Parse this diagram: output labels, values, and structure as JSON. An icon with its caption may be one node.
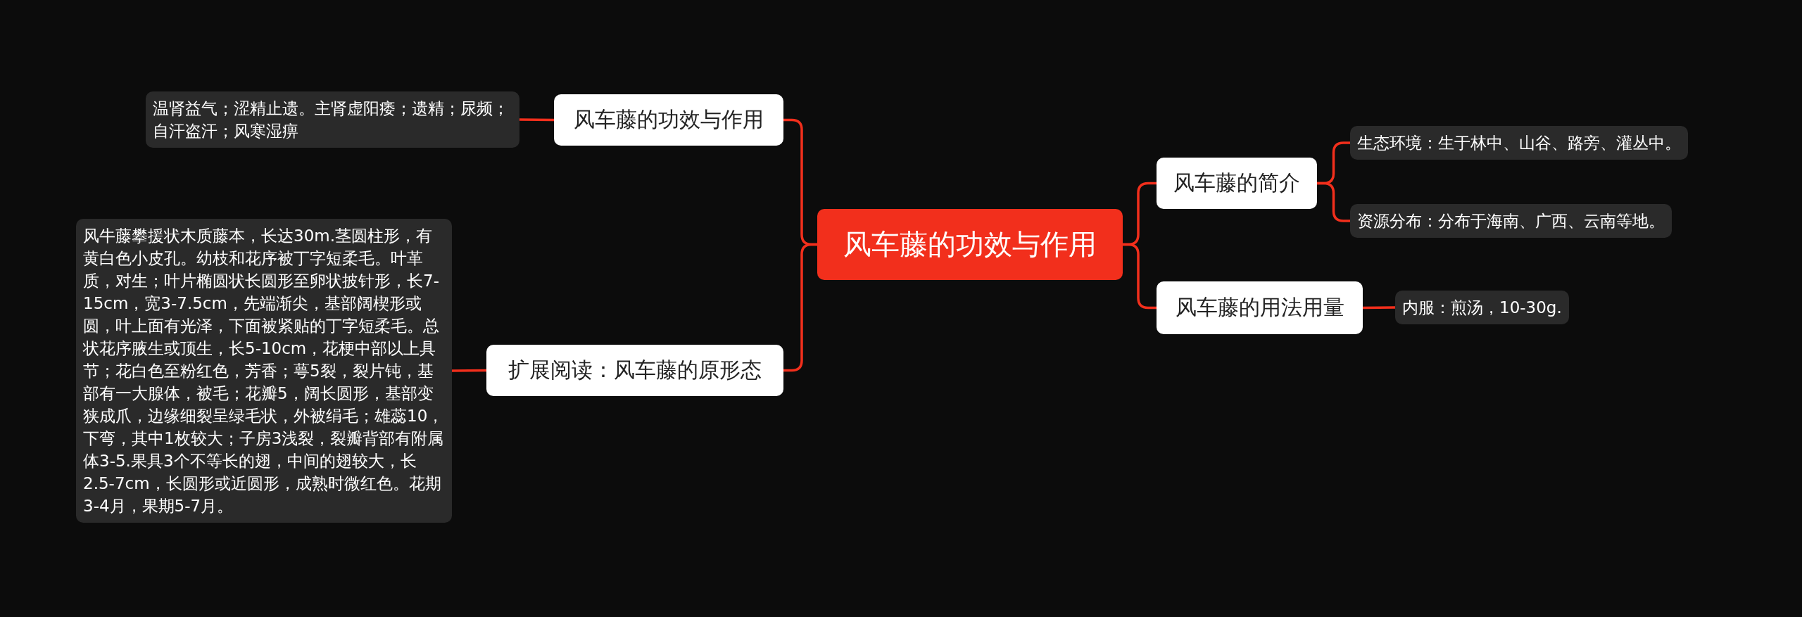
{
  "diagram": {
    "nodes": [
      {
        "text": [
          "风车藤的功效与作用"
        ]
      },
      {
        "text": [
          "风车藤的功效与作用"
        ]
      },
      {
        "text": [
          "温肾益气；涩精止遗。主肾虚阳痿；遗精；尿频；自汗盗汗；风寒湿痹"
        ]
      },
      {
        "text": [
          "扩展阅读：风车藤的原形态"
        ]
      },
      {
        "text": [
          "风牛藤攀援状木质藤本，长达30m.茎圆柱形，有黄白色小皮孔。幼枝和花序被丁字短柔毛。叶革质，对生；叶片椭圆状长圆形至卵状披针形，长7-15cm，宽3-7.5cm，先端渐尖，基部阔楔形或圆，叶上面有光泽，下面被紧贴的丁字短柔毛。总状花序腋生或顶生，长5-10cm，花梗中部以上具节；花白色至粉红色，芳香；萼5裂，裂片钝，基部有一大腺体，被毛；花瓣5，阔长圆形，基部变狭成爪，边缘细裂呈绿毛状，外被绢毛；雄蕊10，下弯，其中1枚较大；子房3浅裂，裂瓣背部有附属体3-5.果具3个不等长的翅，中间的翅较大，长2.5-7cm，长圆形或近圆形，成熟时微红色。花期3-4月，果期5-7月。"
        ]
      },
      {
        "text": [
          "风车藤的简介"
        ]
      },
      {
        "text": [
          "生态环境：生于林中、山谷、路旁、灌丛中。"
        ]
      },
      {
        "text": [
          "资源分布：分布于海南、广西、云南等地。"
        ]
      },
      {
        "text": [
          "风车藤的用法用量"
        ]
      },
      {
        "text": [
          "内服：煎汤，10-30g."
        ]
      }
    ],
    "edges": [
      {
        "from": 0,
        "to": 1,
        "arrow": "none"
      },
      {
        "from": 0,
        "to": 3,
        "arrow": "none"
      },
      {
        "from": 0,
        "to": 5,
        "arrow": "none"
      },
      {
        "from": 0,
        "to": 8,
        "arrow": "none"
      },
      {
        "from": 1,
        "to": 2,
        "arrow": "none"
      },
      {
        "from": 3,
        "to": 4,
        "arrow": "none"
      },
      {
        "from": 5,
        "to": 6,
        "arrow": "none"
      },
      {
        "from": 5,
        "to": 7,
        "arrow": "none"
      },
      {
        "from": 8,
        "to": 9,
        "arrow": "none"
      }
    ]
  }
}
